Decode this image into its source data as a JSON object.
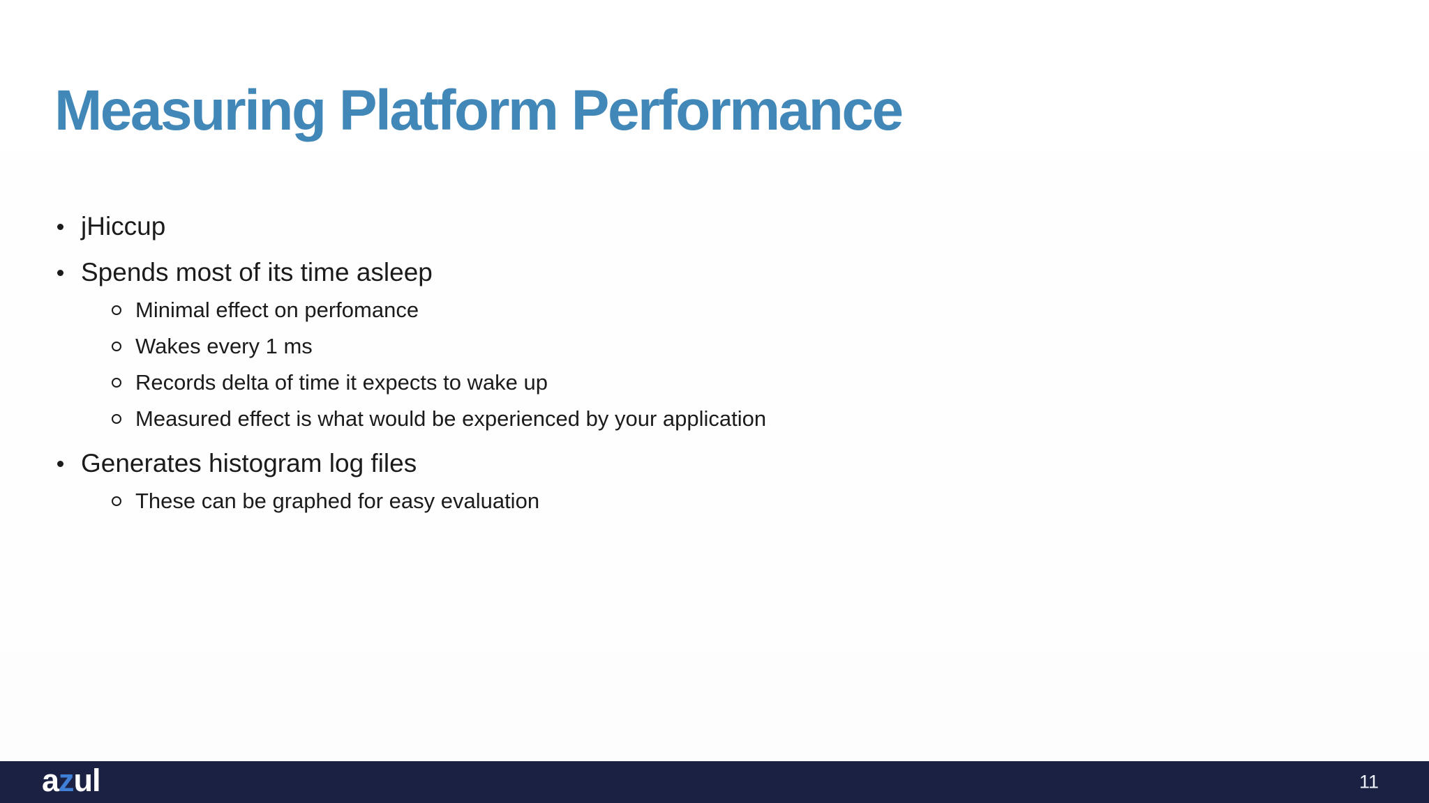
{
  "slide": {
    "title": "Measuring Platform Performance",
    "bullets": [
      {
        "label": "jHiccup",
        "children": []
      },
      {
        "label": "Spends most of its time asleep",
        "children": [
          "Minimal effect on perfomance",
          "Wakes every 1 ms",
          "Records delta of time it expects to wake up",
          "Measured effect is what would be experienced by your application"
        ]
      },
      {
        "label": "Generates histogram log files",
        "children": [
          "These can be graphed for easy evaluation"
        ]
      }
    ]
  },
  "footer": {
    "logo": {
      "a": "a",
      "z": "z",
      "ul": "ul"
    },
    "page_number": "11"
  },
  "colors": {
    "title_accent": "#4188b8",
    "body_text": "#1b1b1b",
    "footer_bg": "#1b2142",
    "logo_z_blue": "#3f7fd6",
    "footer_text": "#eef1f8"
  }
}
